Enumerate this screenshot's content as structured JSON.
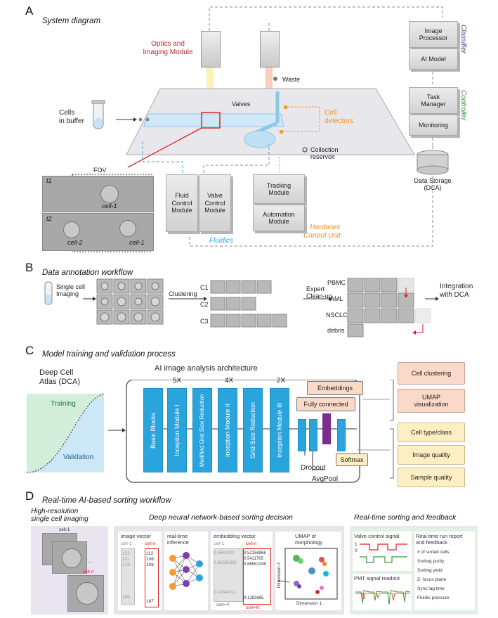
{
  "panelA": {
    "letter": "A",
    "title": "System diagram",
    "optics": "Optics and\nImaging Module",
    "waste": "Waste",
    "valves": "Valves",
    "cells": "Cells\nin buffer",
    "cell_detectors": "Cell\ndetectors",
    "collection": "Collection\nreservoir",
    "fov": "FOV",
    "t1": "t1",
    "t2": "t2",
    "cell1": "cell-1",
    "cell2": "cell-2",
    "cell1b": "cell-1",
    "fluid": "Fluid\nControl\nModule",
    "valve": "Valve\nControl\nModule",
    "fluidics": "Fluidics",
    "tracking": "Tracking\nModule",
    "automation": "Automation\nModule",
    "hcu": "Hardware\nControl Unit",
    "image_proc": "Image\nProcessor",
    "ai_model": "AI Model",
    "classifier": "Classifier",
    "task_mgr": "Task\nManager",
    "monitoring": "Monitoring",
    "controller": "Controller",
    "storage": "Data Storage\n(DCA)"
  },
  "panelB": {
    "letter": "B",
    "title": "Data annotation workflow",
    "single": "Single cell\nImaging",
    "clustering": "Clustering",
    "c1": "C1",
    "c2": "C2",
    "c3": "C3",
    "expert": "Expert\nClean-up",
    "pbmc": "PBMC",
    "aml": "AML",
    "nsclc": "NSCLC",
    "debris": "debris",
    "integration": "Integration\nwith DCA"
  },
  "panelC": {
    "letter": "C",
    "title": "Model training and validation process",
    "dca": "Deep Cell\nAtlas (DCA)",
    "training": "Training",
    "validation": "Validation",
    "arch": "AI image analysis architecture",
    "x5": "5X",
    "x4": "4X",
    "x2": "2X",
    "blocks": [
      "Basic Blocks",
      "Inception Module I",
      "Modified Grid Size Reduction",
      "Inception Module II",
      "Grid Size Reduction",
      "Inception Module III"
    ],
    "embeddings": "Embeddings",
    "fully": "Fully connected",
    "softmax": "Softmax",
    "dropout": "Dropout",
    "avgpool": "AvgPool",
    "clustering": "Cell clustering",
    "umap": "UMAP\nvisualization",
    "celltype": "Cell type/class",
    "imgq": "Image quality",
    "sampq": "Sample quality"
  },
  "panelD": {
    "letter": "D",
    "title": "Real-time AI-based sorting workflow",
    "hires": "High-resolution\nsingle cell imaging",
    "dnn": "Deep neural network-based sorting decision",
    "rtsf": "Real-time sorting and feedback",
    "cell1": "cell-1",
    "celln": "cell-n",
    "img_vec": "image vector",
    "rti": "real-time\ninference",
    "emb_vec": "embedding vector",
    "umap": "UMAP of\nmorphology",
    "dim1": "Dimension 1",
    "dim2": "Dimension 2",
    "sortY": "sort=Y",
    "sortN": "sort=N",
    "vec1": [
      "121",
      "111",
      "176",
      ":",
      "185"
    ],
    "vecn": [
      "112",
      "106",
      "106",
      ":",
      "187"
    ],
    "emb1": [
      "0.5641302",
      "0.81591303",
      "0.14344211"
    ],
    "embn": [
      "0.52156866",
      "0.5411765",
      "0.86591336",
      "0.1282865"
    ],
    "valve_sig": "Valve control signal",
    "pmt": "PMT signal readout",
    "report": "Real-time run report\nand feedback",
    "items": [
      "# of sorted cells",
      "Sorting purity",
      "Sorting yield",
      "Z- focus plane",
      "Sync lag time",
      "Fluidic pressure"
    ],
    "dots": "...",
    "sig1": "1",
    "sig0": "0"
  }
}
